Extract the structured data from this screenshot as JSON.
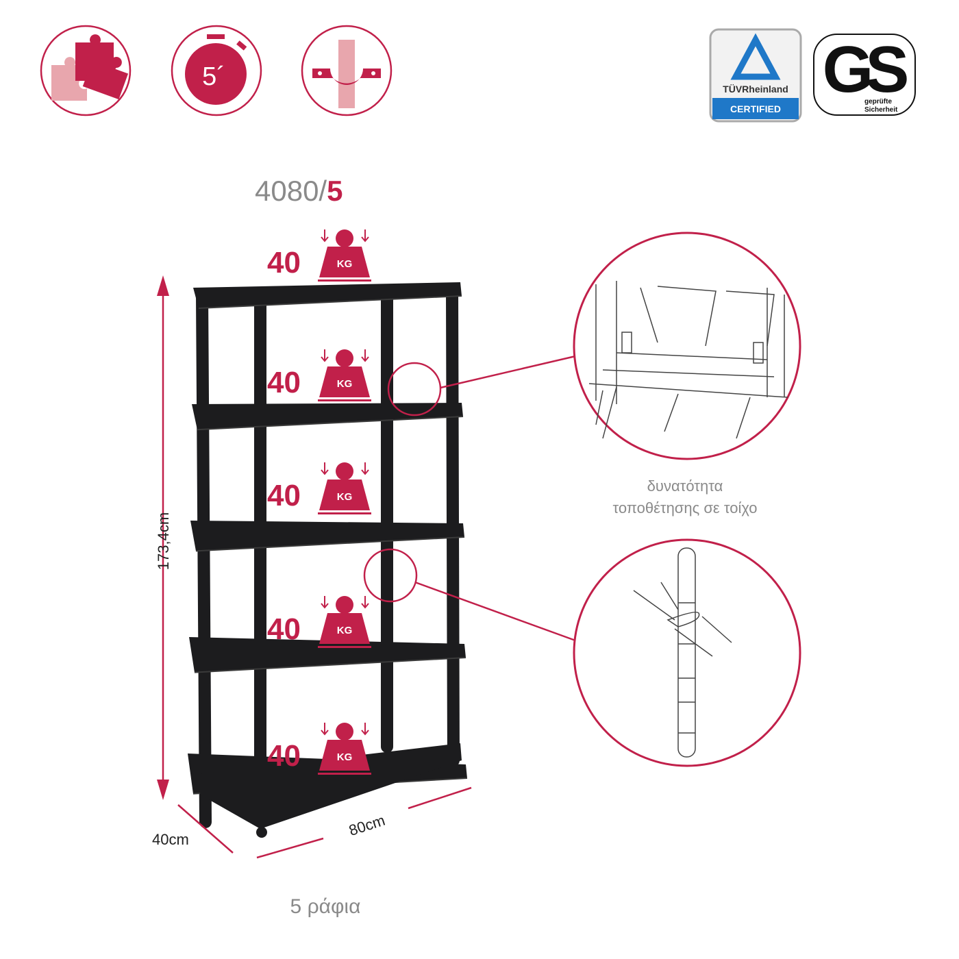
{
  "colors": {
    "accent": "#c1204a",
    "accent_light": "#e8a6ad",
    "text_gray": "#8a8a8a",
    "shelf": "#1c1c1e",
    "tuv_blue": "#1f78c8"
  },
  "feature_icons": [
    {
      "name": "puzzle-assembly-icon"
    },
    {
      "name": "stopwatch-icon",
      "label": "5´"
    },
    {
      "name": "wall-bracket-icon"
    }
  ],
  "certifications": {
    "tuv": {
      "brand": "TÜVRheinland",
      "badge": "CERTIFIED"
    },
    "gs": {
      "letters": "GS",
      "sub1": "geprüfte",
      "sub2": "Sicherheit"
    }
  },
  "model": {
    "code": "4080/",
    "shelves_count": "5"
  },
  "loads": [
    {
      "value": "40",
      "unit": "KG"
    },
    {
      "value": "40",
      "unit": "KG"
    },
    {
      "value": "40",
      "unit": "KG"
    },
    {
      "value": "40",
      "unit": "KG"
    },
    {
      "value": "40",
      "unit": "KG"
    }
  ],
  "dimensions": {
    "height": "173,4cm",
    "depth": "40cm",
    "width": "80cm"
  },
  "details": {
    "wall_mount_caption_1": "δυνατότητα",
    "wall_mount_caption_2": "τοποθέτησης σε τοίχο"
  },
  "footer": {
    "shelves_label": "5 ράφια"
  }
}
